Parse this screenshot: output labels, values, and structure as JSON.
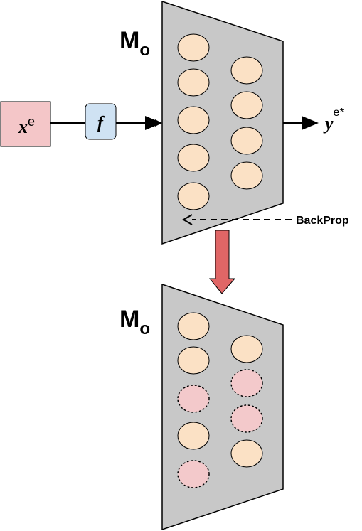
{
  "colors": {
    "trapezoid_fill": "#c8c8c8",
    "neuron_fill": "#fbe1c5",
    "pruned_fill": "#f3c9cb",
    "input_box_fill": "#f4c6c8",
    "f_box_fill": "#cfe2f3",
    "down_arrow_fill": "#e06666",
    "stroke": "#000000"
  },
  "top_model": {
    "label_main": "M",
    "label_sub": "o"
  },
  "bottom_model": {
    "label_main": "M",
    "label_sub": "o"
  },
  "input": {
    "var": "x",
    "sup": "e"
  },
  "transform": {
    "label": "f"
  },
  "output": {
    "var": "y",
    "sup": "e*"
  },
  "backprop": {
    "label": "BackProp"
  },
  "bottom_neurons_state": {
    "col1": [
      "active",
      "active",
      "pruned",
      "active",
      "pruned"
    ],
    "col2": [
      "active",
      "pruned",
      "pruned",
      "active"
    ]
  }
}
